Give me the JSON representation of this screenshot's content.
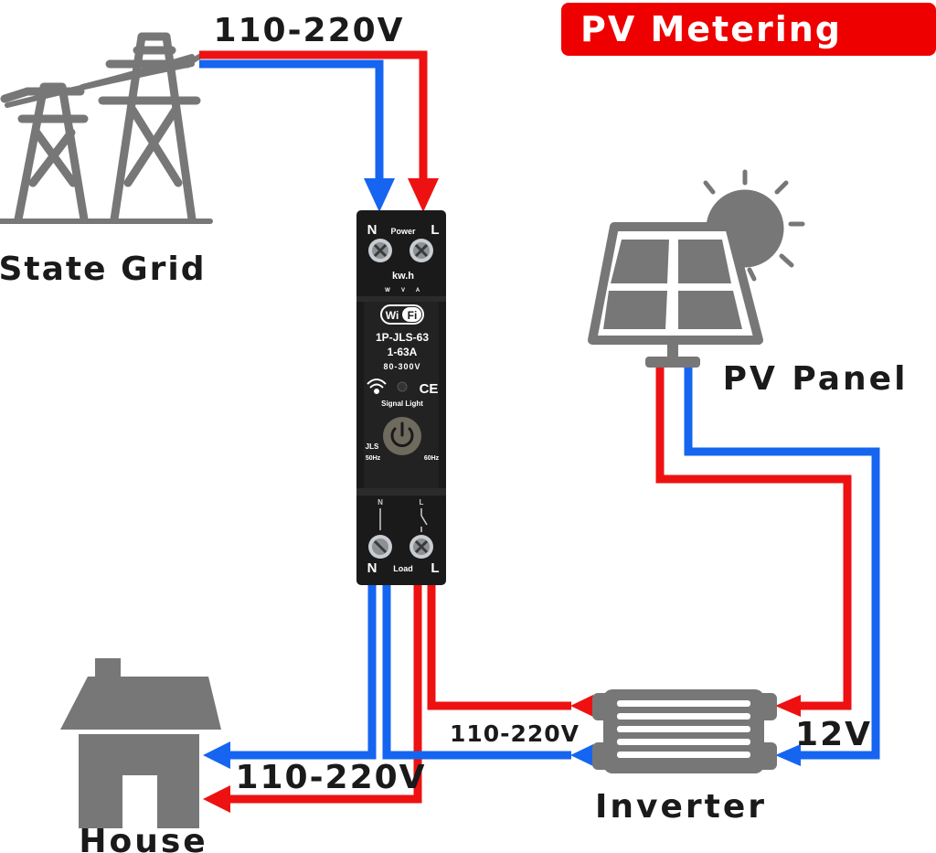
{
  "title": "PV Metering",
  "labels": {
    "grid_voltage": "110-220V",
    "state_grid": "State Grid",
    "pv_panel": "PV Panel",
    "inverter": "Inverter",
    "house": "House",
    "inverter_ac": "110-220V",
    "dc_voltage": "12V",
    "house_voltage": "110-220V"
  },
  "meter": {
    "top_n": "N",
    "top_l": "L",
    "power": "Power",
    "kwh": "kw.h",
    "w": "W",
    "v": "V",
    "a": "A",
    "wifi_a": "Wi",
    "wifi_b": "Fi",
    "model": "1P-JLS-63",
    "current": "1-63A",
    "range": "80-300V",
    "ce": "CE",
    "signal": "Signal Light",
    "brand": "JLS",
    "hz50": "50Hz",
    "hz60": "60Hz",
    "bottom_n": "N",
    "bottom_n_small": "N",
    "bottom_l_small": "L",
    "load": "Load",
    "bottom_l": "L"
  },
  "colors": {
    "live": "#ee1111",
    "neutral": "#1565f0",
    "icon": "#777777",
    "title_bg": "#ee0000",
    "meter_body": "#1a1a1a"
  },
  "icons": [
    "power-tower-icon",
    "solar-panel-icon",
    "sun-icon",
    "house-icon",
    "inverter-icon",
    "wifi-icon",
    "power-button-icon"
  ]
}
